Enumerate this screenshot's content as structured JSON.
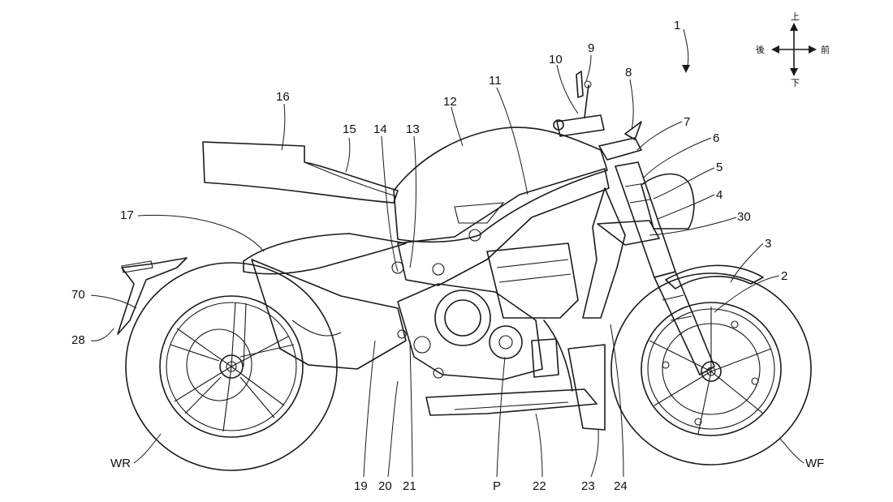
{
  "figure": {
    "assembly_label": "1",
    "directions": {
      "up": "上",
      "rear": "後",
      "front": "前",
      "down": "下"
    },
    "labels": {
      "l2": "2",
      "l3": "3",
      "l4": "4",
      "l5": "5",
      "l6": "6",
      "l7": "7",
      "l8": "8",
      "l9": "9",
      "l10": "10",
      "l11": "11",
      "l12": "12",
      "l13": "13",
      "l14": "14",
      "l15": "15",
      "l16": "16",
      "l17": "17",
      "l19": "19",
      "l20": "20",
      "l21": "21",
      "l22": "22",
      "l23": "23",
      "l24": "24",
      "l28": "28",
      "l30": "30",
      "l70": "70",
      "lP": "P",
      "lWR": "WR",
      "lWF": "WF"
    }
  }
}
